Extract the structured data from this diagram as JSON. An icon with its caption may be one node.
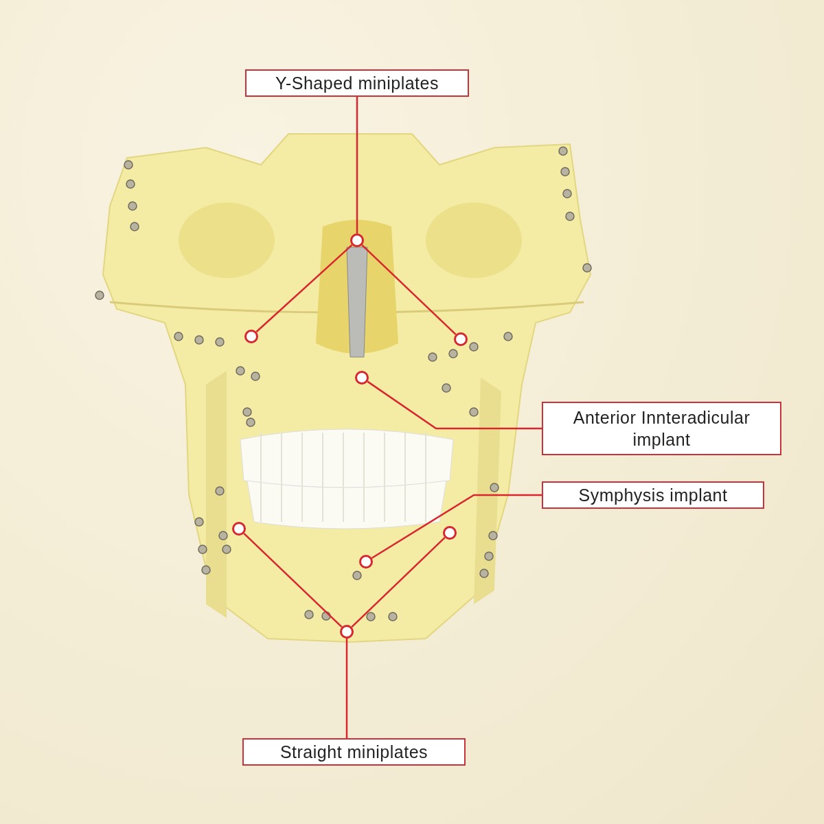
{
  "diagram": {
    "nodes": [
      {
        "text": [
          "Y-Shaped miniplates"
        ]
      },
      {
        "text": [],
        "shape": "circle"
      },
      {
        "text": [],
        "shape": "circle"
      },
      {
        "text": [],
        "shape": "circle"
      },
      {
        "text": [],
        "shape": "circle"
      },
      {
        "text": [
          "Anterior Innteradicular implant"
        ]
      },
      {
        "text": [
          "Symphysis implant"
        ]
      },
      {
        "text": [],
        "shape": "circle"
      },
      {
        "text": [],
        "shape": "circle"
      },
      {
        "text": [],
        "shape": "circle"
      },
      {
        "text": [],
        "shape": "circle"
      },
      {
        "text": [
          "Straight miniplates"
        ]
      }
    ],
    "edges": [
      {
        "from": 0,
        "to": 1,
        "arrow": "none"
      },
      {
        "from": 1,
        "to": 2,
        "arrow": "none"
      },
      {
        "from": 1,
        "to": 3,
        "arrow": "none"
      },
      {
        "from": 5,
        "to": 4,
        "arrow": "none"
      },
      {
        "from": 6,
        "to": 9,
        "arrow": "none"
      },
      {
        "from": 11,
        "to": 10,
        "arrow": "none"
      },
      {
        "from": 10,
        "to": 7,
        "arrow": "none"
      },
      {
        "from": 10,
        "to": 8,
        "arrow": "none"
      }
    ]
  }
}
